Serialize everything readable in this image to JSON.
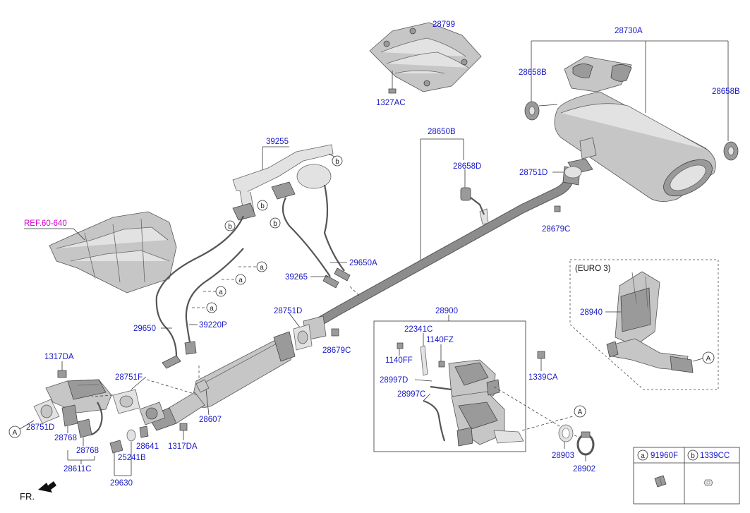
{
  "diagram": {
    "reference_label": "REF.60-640",
    "euro_label": "(EURO 3)",
    "front_label": "FR.",
    "parts": {
      "p28799": "28799",
      "p1327AC": "1327AC",
      "p28730A": "28730A",
      "p28658B_left": "28658B",
      "p28658B_right": "28658B",
      "p28650B": "28650B",
      "p28658D": "28658D",
      "p28751D_top": "28751D",
      "p28679C_top": "28679C",
      "p39255": "39255",
      "p29650A": "29650A",
      "p39265": "39265",
      "p29650": "29650",
      "p39220P": "39220P",
      "p28751D_mid": "28751D",
      "p28679C_mid": "28679C",
      "p28900": "28900",
      "p22341C": "22341C",
      "p1140FZ": "1140FZ",
      "p1140FF": "1140FF",
      "p28997D": "28997D",
      "p28997C": "28997C",
      "p1339CA": "1339CA",
      "p28940": "28940",
      "p1317DA_left": "1317DA",
      "p28751D_left": "28751D",
      "p28768_a": "28768",
      "p28768_b": "28768",
      "p28611C": "28611C",
      "p28751F": "28751F",
      "p28607": "28607",
      "p1317DA_mid": "1317DA",
      "p28641": "28641",
      "p25241B": "25241B",
      "p29630": "29630",
      "p28903": "28903",
      "p28902": "28902"
    },
    "callouts": {
      "a": "a",
      "b": "b",
      "A": "A"
    },
    "legend": {
      "a_letter": "a",
      "a_part": "91960F",
      "b_letter": "b",
      "b_part": "1339CC"
    }
  }
}
